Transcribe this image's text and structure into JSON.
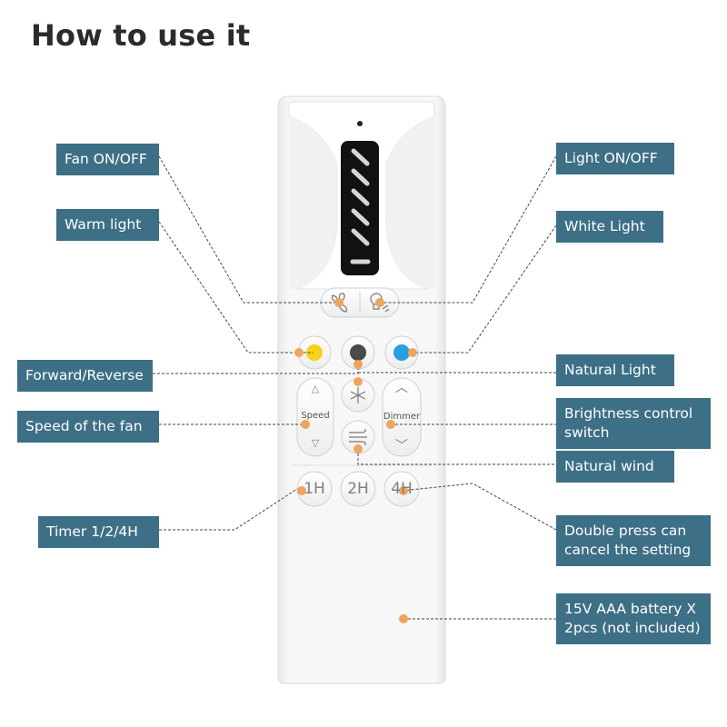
{
  "title": "How to use it",
  "labels": {
    "fan_on_off": "Fan ON/OFF",
    "warm_light": "Warm light",
    "forward_reverse": "Forward/Reverse",
    "speed_of_fan": "Speed of the fan",
    "timer": "Timer 1/2/4H",
    "light_on_off": "Light ON/OFF",
    "white_light": "White Light",
    "natural_light": "Natural Light",
    "brightness_line1": "Brightness control",
    "brightness_line2": "switch",
    "natural_wind": "Natural wind",
    "double_press_line1": "Double press can",
    "double_press_line2": "cancel the setting",
    "battery_line1": "15V AAA battery X",
    "battery_line2": "2pcs (not included)"
  },
  "remote": {
    "speed_label": "Speed",
    "dimmer_label": "Dimmer",
    "timer_1h": "1H",
    "timer_2h": "2H",
    "timer_4h": "4H",
    "up_arrow": "△",
    "down_arrow": "▽",
    "chevron_up": "︿",
    "chevron_down": "﹀"
  },
  "colors": {
    "label_bg": "#3d6f86",
    "annotation_dot": "#f0a45c",
    "warm_light": "#f6d21b",
    "natural_light": "#4a4a4a",
    "white_light": "#2a9ee0",
    "display_panel": "#111111"
  },
  "icons": [
    "fan-icon",
    "light-bulb-icon",
    "snowflake-icon",
    "wind-icon"
  ]
}
